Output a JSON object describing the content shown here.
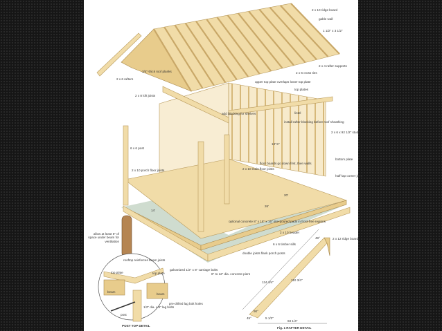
{
  "labels": {
    "ridge_board": "2 x 10 ridge board",
    "gable_wall": "gable wall",
    "nailer": "1 1/2\" x 3 1/2\"",
    "rafter_supports": "2 x 4 rafter supports",
    "cross_ties": "2 x 6 cross ties",
    "roof_planks": "3/4\"-thick roof planks",
    "rafters": "2 x 6 rafters",
    "upper_top_plate": "upper top plate overlaps lower top plate",
    "top_plates": "top plates",
    "loft_joists": "2 x 8 loft joists",
    "blocking": "add blocking for shelves",
    "lintel": "lintel",
    "rafter_blocking": "install rafter blocking before roof sheathing",
    "studs": "2 x 6 x 92 1/2\" studs",
    "wall_dim": "13' 5\"",
    "post": "6 x 6 post",
    "bottom_plate": "bottom plate",
    "floor_boards": "floor boards go down first, then walls",
    "main_joists": "2 x 10 main floor joists",
    "porch_joists": "2 x 10 porch floor joists",
    "half_lap": "half-lap corner joint",
    "dim_20": "20'",
    "dim_26": "26'",
    "dim_14": "14'",
    "pads": "optional concrete 8\" x 16\" x 16\" site-poured pads in frost-free regions",
    "header": "2 x 10 header",
    "sills": "6 x 6 timber sills",
    "ventilation": "allow at least 6\" of space under beam for ventilation",
    "double_joists": "double joists flank porch posts",
    "carriage_bolts": "galvanized 1/2\" x 8\" carriage bolts",
    "piers": "8\" to 12\" dia. concrete piers"
  },
  "post_detail": {
    "reinforce": "rooftop reinforces beam joists",
    "top_plate_left": "top plate",
    "top_plate_right": "top plate",
    "beam_left": "beam",
    "beam_right": "beam",
    "bolt_holes": "pre-drilled lag bolt holes",
    "lag_bolts": "1/2\" dia. x 8\" lag bolts",
    "post": "post",
    "caption": "POST TOP DETAIL"
  },
  "rafter_detail": {
    "angle_top": "49°",
    "ridge": "2 x 12 ridge board",
    "long": "134 3/4\"",
    "short": "110 3/4\"",
    "angle_90": "90°",
    "seat": "5 1/2\"",
    "angle_bottom": "45°",
    "run": "83 1/4\"",
    "caption": "Fig. 1 RAFTER DETAIL"
  }
}
